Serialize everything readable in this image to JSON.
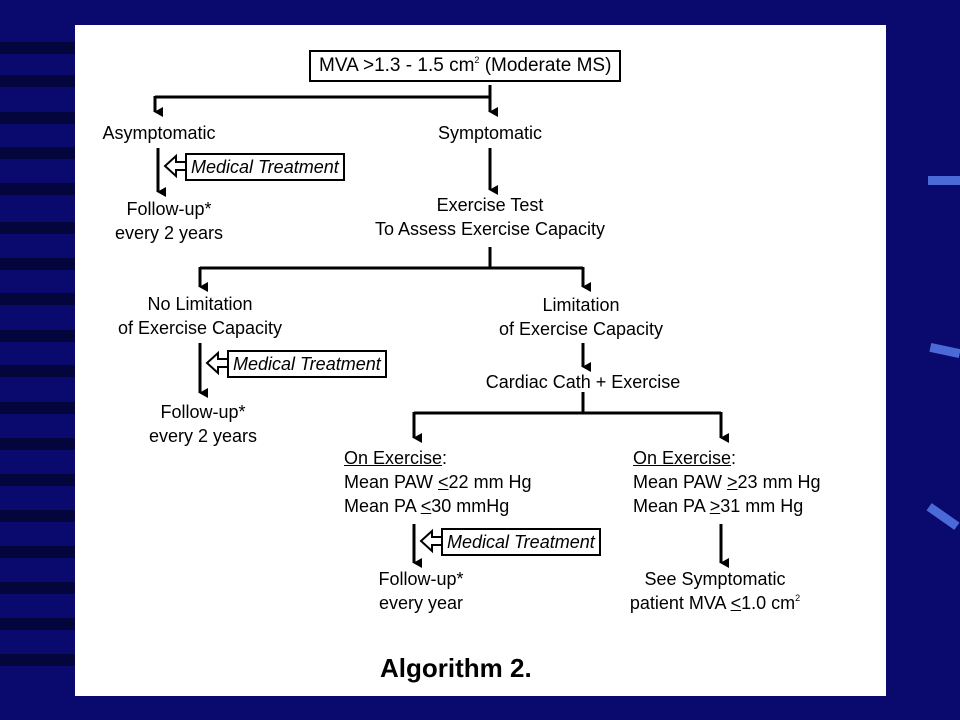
{
  "colors": {
    "slide_background": "#0a0a6e",
    "stripe": "#05053d",
    "accent_mark": "#4a6ad8",
    "panel": "#ffffff",
    "ink": "#000000"
  },
  "diagram": {
    "top_box": {
      "prefix": "MVA >1.3 - 1.5 cm",
      "sup": "2",
      "suffix": " (Moderate MS)"
    },
    "asymptomatic": "Asymptomatic",
    "symptomatic": "Symptomatic",
    "medical_treatment": "Medical Treatment",
    "followup_2y_a": {
      "line1": "Follow-up*",
      "line2": "every 2 years"
    },
    "exercise_test": {
      "line1": "Exercise Test",
      "line2": "To Assess Exercise Capacity"
    },
    "no_limitation": {
      "line1": "No Limitation",
      "line2": "of Exercise Capacity"
    },
    "limitation": {
      "line1": "Limitation",
      "line2": "of Exercise Capacity"
    },
    "followup_2y_b": {
      "line1": "Follow-up*",
      "line2": "every 2 years"
    },
    "cardiac_cath": "Cardiac Cath + Exercise",
    "left_exercise": {
      "heading": "On Exercise",
      "colon": ":",
      "paw_prefix": "Mean PAW ",
      "paw_op": "<",
      "paw_value": "22 mm Hg",
      "pa_prefix": "Mean PA ",
      "pa_op": "<",
      "pa_value": "30 mmHg"
    },
    "right_exercise": {
      "heading": "On Exercise",
      "colon": ":",
      "paw_prefix": "Mean PAW ",
      "paw_op": ">",
      "paw_value": "23 mm Hg",
      "pa_prefix": "Mean PA ",
      "pa_op": ">",
      "pa_value": "31 mm Hg"
    },
    "followup_yearly": {
      "line1": "Follow-up*",
      "line2": "every year"
    },
    "see_symptomatic": {
      "line1": "See Symptomatic",
      "line2_prefix": "patient MVA ",
      "line2_op": "<",
      "line2_value": "1.0 cm",
      "sup": "2"
    }
  },
  "caption": "Algorithm 2."
}
